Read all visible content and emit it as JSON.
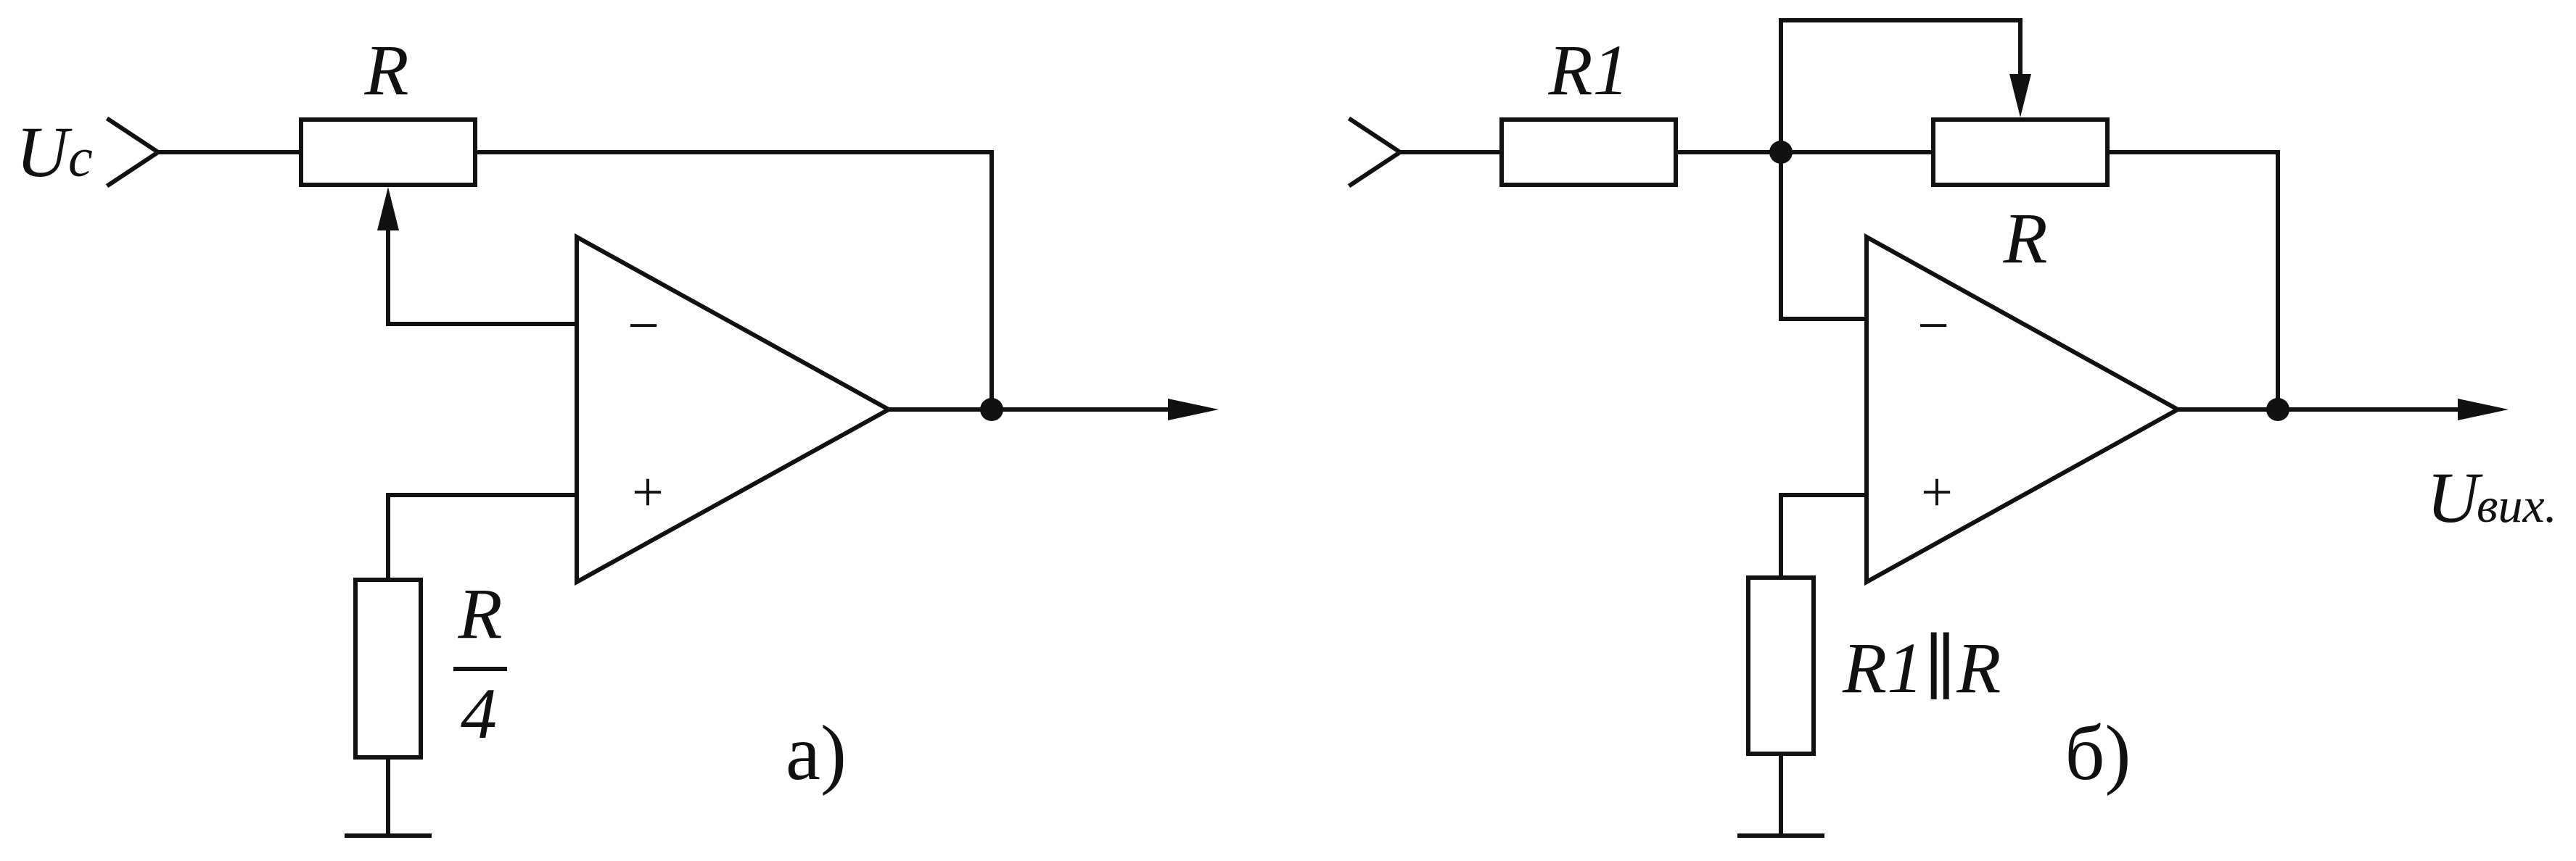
{
  "circuit_a": {
    "input_label_main": "U",
    "input_label_sub": "c",
    "feedback_resistor_label": "R",
    "ground_resistor_num": "R",
    "ground_resistor_den": "4",
    "opamp_minus": "−",
    "opamp_plus": "+",
    "caption": "а)"
  },
  "circuit_b": {
    "input_resistor_label": "R1",
    "feedback_resistor_label": "R",
    "ground_resistor_label": "R1∥R",
    "opamp_minus": "−",
    "opamp_plus": "+",
    "output_label_main": "U",
    "output_label_sub": "вих.",
    "caption": "б)"
  }
}
